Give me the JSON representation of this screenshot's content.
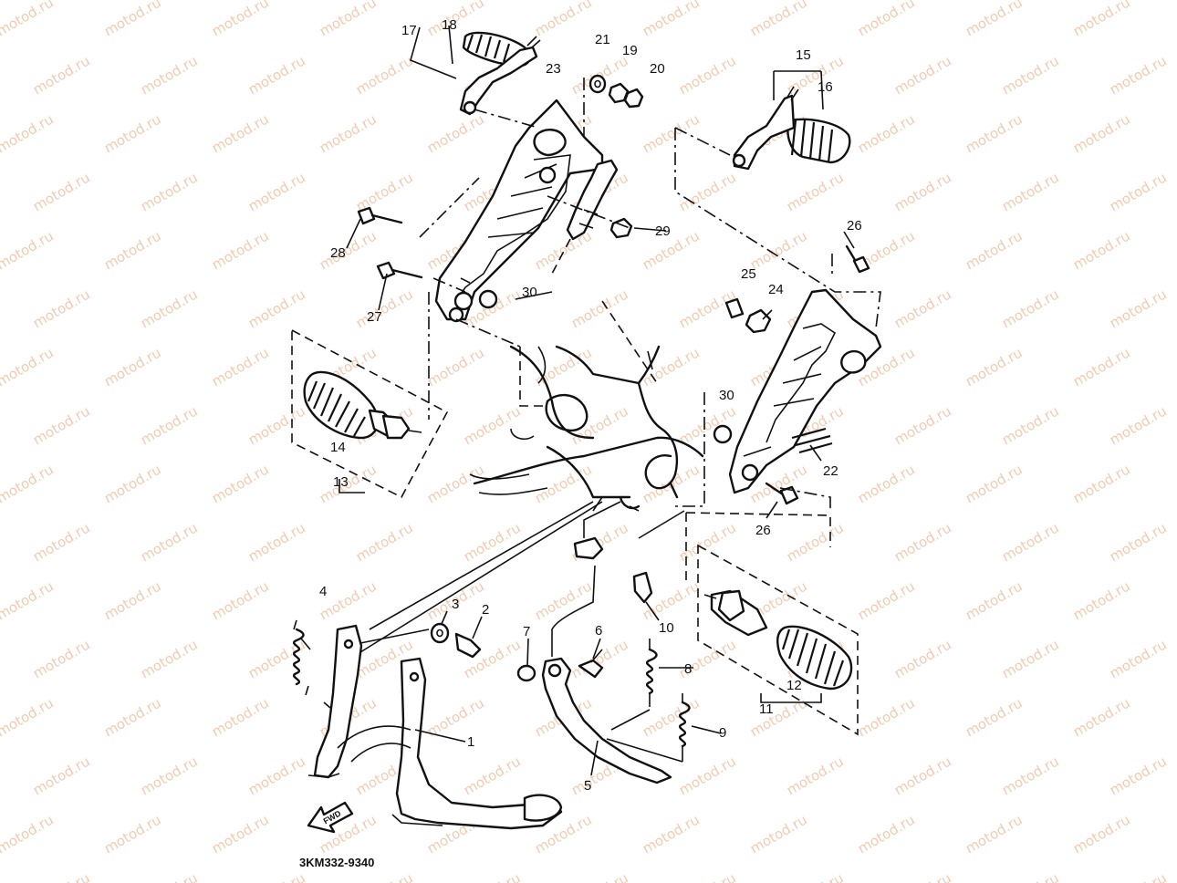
{
  "watermark": "motod.ru",
  "doc_code": "3KM332-9340",
  "direction_label": "FWD",
  "callouts": [
    "1",
    "2",
    "3",
    "4",
    "5",
    "6",
    "7",
    "8",
    "9",
    "10",
    "11",
    "12",
    "13",
    "14",
    "15",
    "16",
    "17",
    "18",
    "19",
    "20",
    "21",
    "22",
    "23",
    "24",
    "25",
    "26",
    "26",
    "27",
    "28",
    "29",
    "30",
    "30"
  ],
  "colors": {
    "line": "#111111",
    "watermark": "#e9a070",
    "background": "#ffffff"
  }
}
